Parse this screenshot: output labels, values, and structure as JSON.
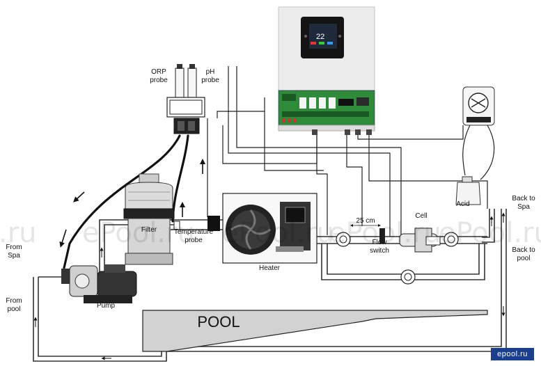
{
  "labels": {
    "orp_probe": [
      "ORP",
      "probe"
    ],
    "ph_probe": [
      "pH",
      "probe"
    ],
    "temperature_probe": [
      "Temperature",
      "probe"
    ],
    "filter": "Filter",
    "pump": "Pump",
    "heater": "Heater",
    "distance": "25 cm",
    "flow_switch": [
      "Flow",
      "switch"
    ],
    "cell": "Cell",
    "acid": "Acid",
    "back_to_spa": [
      "Back to",
      "Spa"
    ],
    "back_to_pool": [
      "Back to",
      "pool"
    ],
    "from_spa": [
      "From",
      "Spa"
    ],
    "from_pool": [
      "From",
      "pool"
    ],
    "pool": "POOL"
  },
  "controller": {
    "screen_value": "22"
  },
  "watermarks": [
    "ePool.ru",
    "ePool.ru",
    "ePool.ru",
    "ePool.ru"
  ],
  "watermark_partial": ".ru",
  "badge": "epool.ru",
  "colors": {
    "panel_green": "#2e8b3a",
    "screen_dark": "#141414",
    "badge_blue": "#1b3f8f"
  }
}
